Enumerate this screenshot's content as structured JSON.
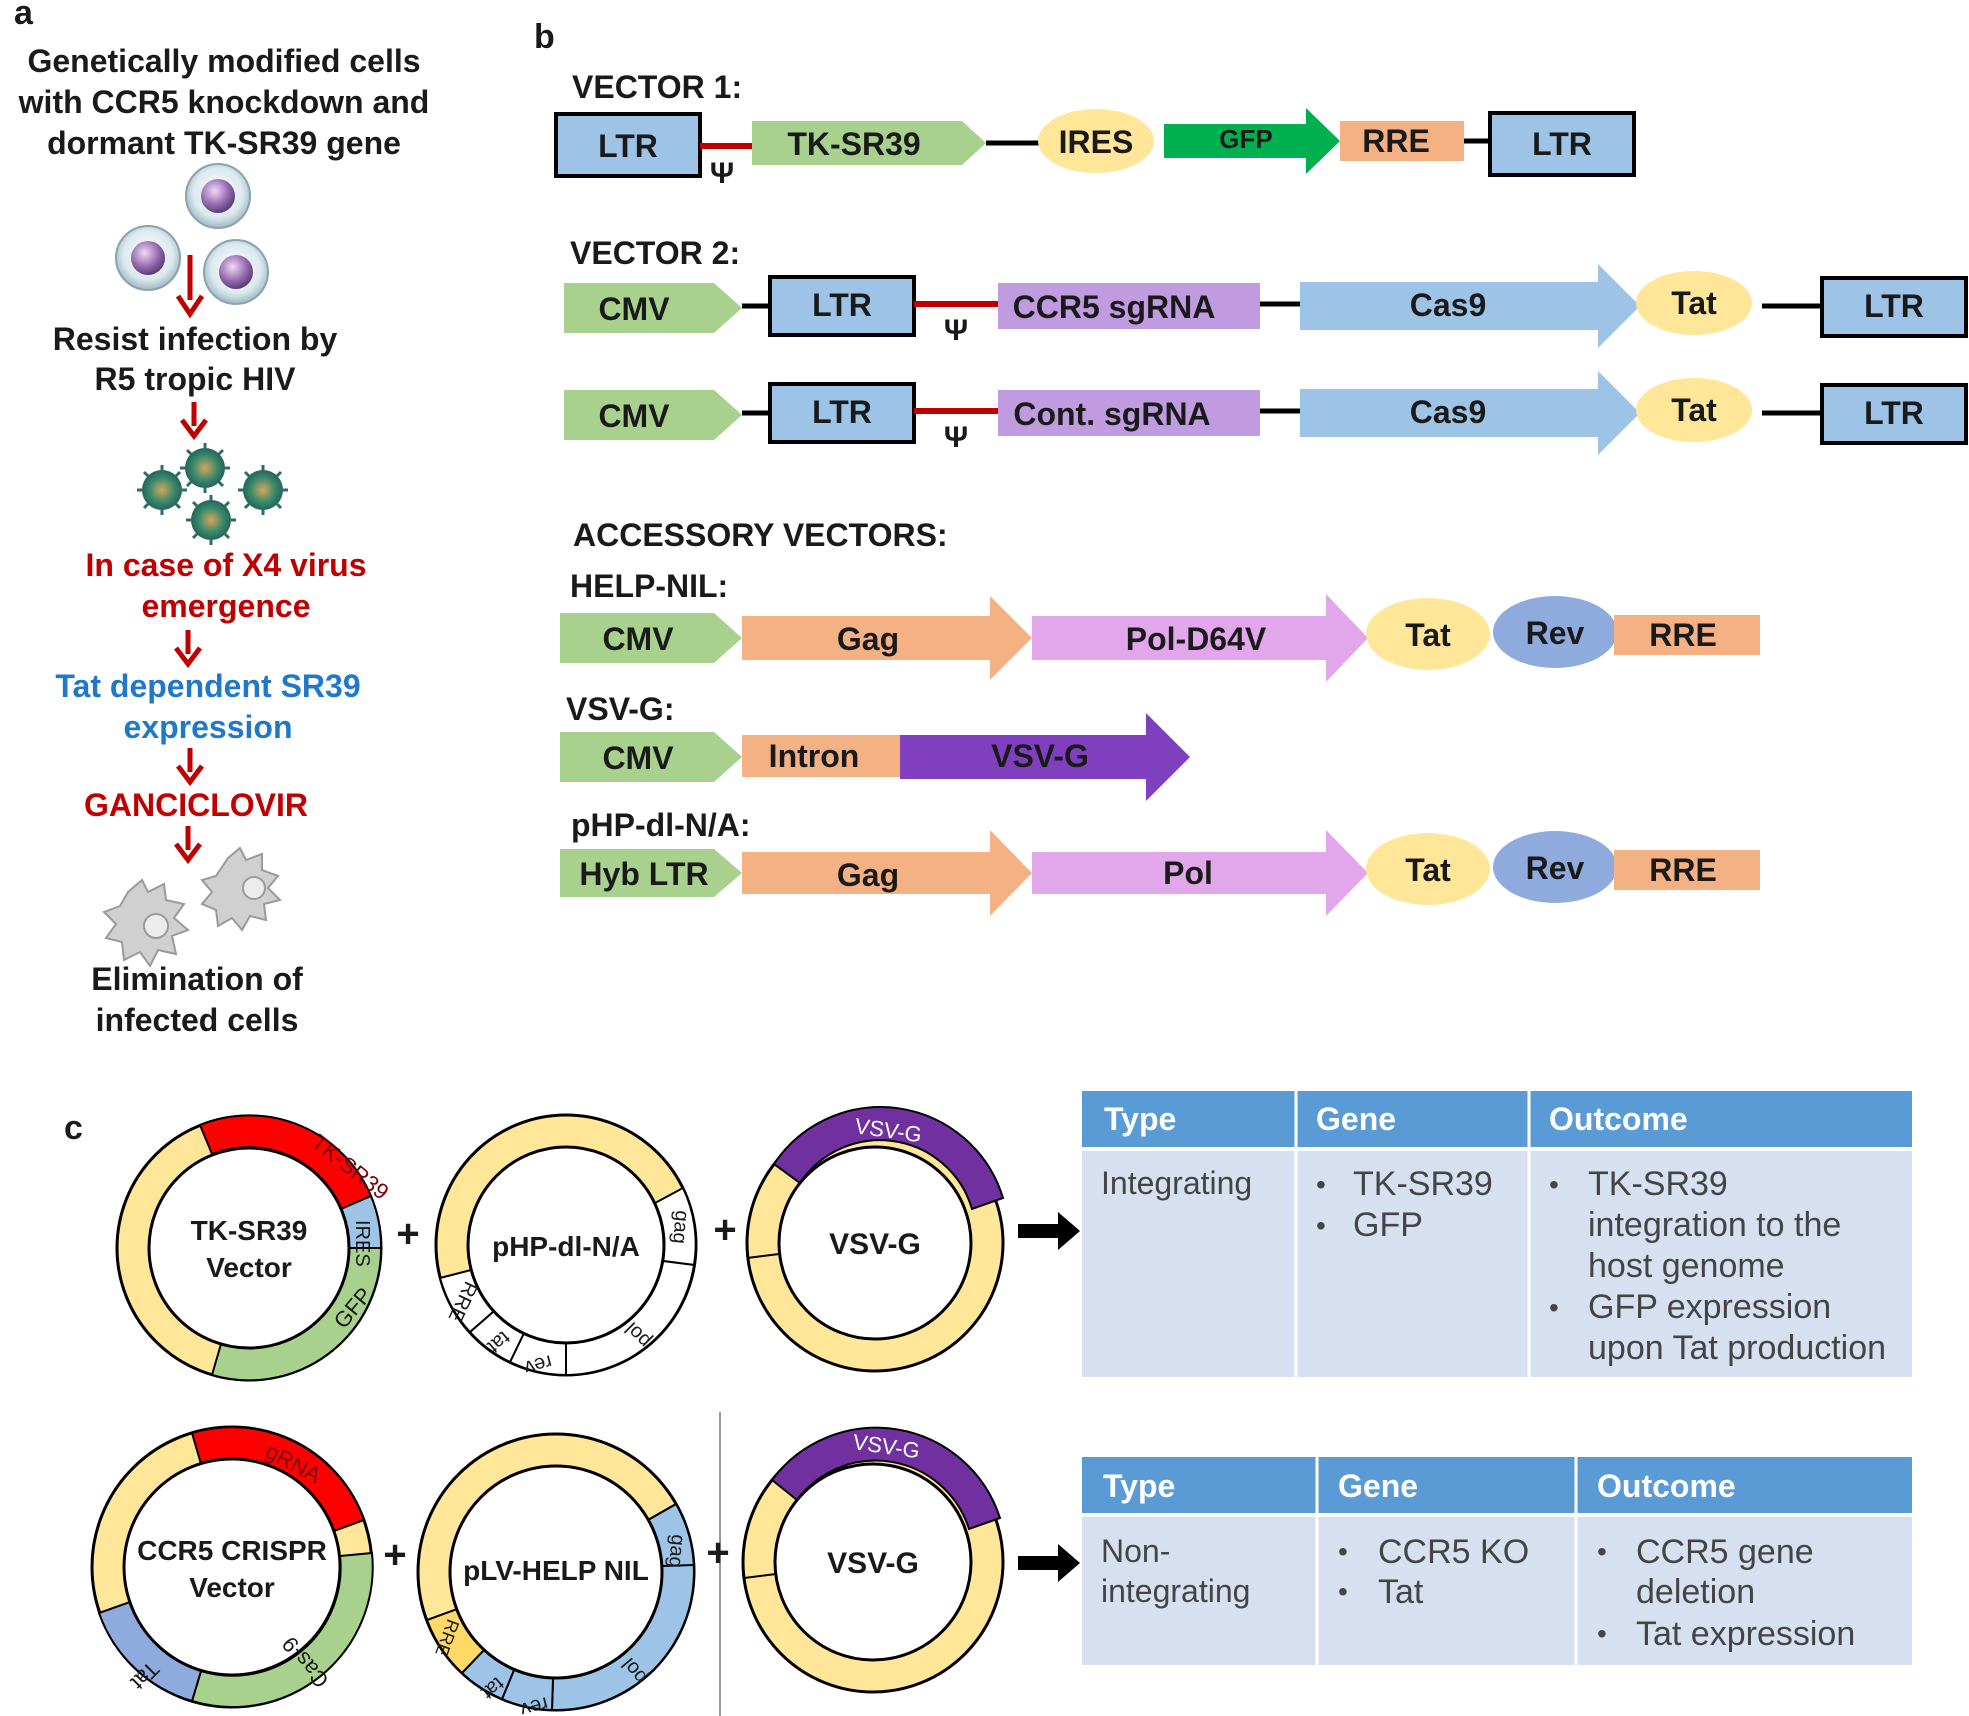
{
  "panel_a": {
    "letter": "a",
    "intro": [
      "Genetically  modified cells",
      "with CCR5 knockdown and",
      "dormant TK-SR39 gene"
    ],
    "resist": [
      "Resist infection by",
      "R5 tropic HIV"
    ],
    "x4": [
      "In case of X4 virus",
      "emergence"
    ],
    "tat_dep": [
      "Tat dependent SR39",
      "expression"
    ],
    "drug": "GANCICLOVIR",
    "elim": [
      "Elimination  of",
      "infected cells"
    ],
    "colors": {
      "dark_red": "#c00000",
      "blue": "#1f78c8",
      "arrow": "#c00000"
    }
  },
  "panel_b": {
    "letter": "b",
    "vector1": {
      "title": "VECTOR 1:",
      "ltr": "LTR",
      "psi": "Ψ",
      "tk": "TK-SR39",
      "ires": "IRES",
      "gfp": "GFP",
      "rre": "RRE"
    },
    "vector2": {
      "title": "VECTOR 2:",
      "rows": [
        {
          "cmv": "CMV",
          "ltr": "LTR",
          "psi": "Ψ",
          "sgrna": "CCR5 sgRNA",
          "cas9": "Cas9",
          "tat": "Tat",
          "ltr2": "LTR"
        },
        {
          "cmv": "CMV",
          "ltr": "LTR",
          "psi": "Ψ",
          "sgrna": "Cont. sgRNA",
          "cas9": "Cas9",
          "tat": "Tat",
          "ltr2": "LTR"
        }
      ]
    },
    "accessory": {
      "title": "ACCESSORY VECTORS:",
      "help_nil": {
        "title": "HELP-NIL:",
        "cmv": "CMV",
        "gag": "Gag",
        "pol": "Pol-D64V",
        "tat": "Tat",
        "rev": "Rev",
        "rre": "RRE"
      },
      "vsvg": {
        "title": "VSV-G:",
        "cmv": "CMV",
        "intron": "Intron",
        "vsvg": "VSV-G"
      },
      "php": {
        "title": "pHP-dl-N/A:",
        "hyb": "Hyb LTR",
        "gag": "Gag",
        "pol": "Pol",
        "tat": "Tat",
        "rev": "Rev",
        "rre": "RRE"
      }
    },
    "colors": {
      "ltr": "#9dc3e6",
      "cmv": "#a9d18e",
      "orange": "#f4b183",
      "yellow": "#ffe699",
      "purple": "#c09be0",
      "pink": "#e2a6ea",
      "lightblue": "#9dc3e6",
      "green": "#00b050",
      "violet": "#7f3fbf",
      "rev": "#8faadc",
      "psi_line": "#c00000"
    }
  },
  "panel_c": {
    "letter": "c",
    "top": {
      "plasmid1": {
        "name": [
          "TK-SR39",
          "Vector"
        ],
        "seg_tk": "TK-SR39",
        "seg_ires": "IRES",
        "seg_gfp": "GFP"
      },
      "plasmid2": {
        "name": "pHP-dl-N/A",
        "seg_gag": "gag",
        "seg_pol": "pol",
        "seg_rev": "rev",
        "seg_tat": "tat",
        "seg_rre": "RRE"
      },
      "plasmid3": {
        "name": "VSV-G",
        "seg": "VSV-G"
      },
      "table": {
        "headers": [
          "Type",
          "Gene",
          "Outcome"
        ],
        "type": "Integrating",
        "genes": [
          "TK-SR39",
          "GFP"
        ],
        "outcomes": [
          [
            "TK-SR39",
            "integration to the",
            "host genome"
          ],
          [
            "GFP expression",
            "upon Tat production"
          ]
        ]
      }
    },
    "bottom": {
      "plasmid1": {
        "name": [
          "CCR5 CRISPR",
          "Vector"
        ],
        "seg_grna": "gRNA",
        "seg_cas": "Cas-9",
        "seg_tat": "Tat"
      },
      "plasmid2": {
        "name": "pLV-HELP NIL",
        "seg_gag": "gag",
        "seg_pol": "pol",
        "seg_rev": "rev",
        "seg_tat": "tat",
        "seg_rre": "RRE"
      },
      "plasmid3": {
        "name": "VSV-G",
        "seg": "VSV-G"
      },
      "table": {
        "headers": [
          "Type",
          "Gene",
          "Outcome"
        ],
        "type": [
          "Non-",
          "integrating"
        ],
        "genes": [
          "CCR5 KO",
          "Tat"
        ],
        "outcomes": [
          [
            "CCR5 gene",
            "deletion"
          ],
          [
            "Tat expression"
          ]
        ]
      }
    },
    "plus": "+",
    "colors": {
      "ring": "#ffe699",
      "red": "#ff0000",
      "green": "#a9d18e",
      "blue": "#9dc3e6",
      "violet": "#7030a0",
      "tat_blue": "#8faadc",
      "rre_yellow": "#ffd966",
      "table_head": "#5b9bd5",
      "table_body": "#d6e0f0"
    }
  }
}
